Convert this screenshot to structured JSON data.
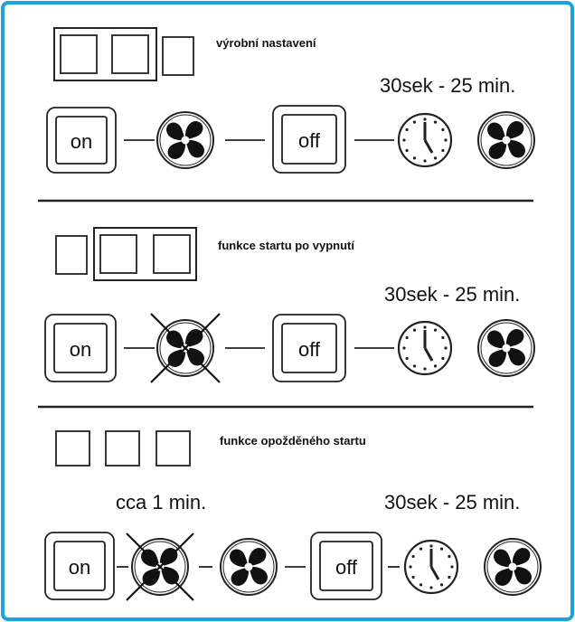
{
  "border_color": "#1aa3de",
  "sections": [
    {
      "caption": "výrobní nastavení",
      "switch_icons": [
        "empty-switch",
        "empty-switch",
        "empty-switch"
      ],
      "time_label": "30sek - 25 min.",
      "delay_label": "",
      "sequence": [
        {
          "type": "button",
          "label": "on"
        },
        {
          "type": "fan",
          "crossed": false
        },
        {
          "type": "button",
          "label": "off"
        },
        {
          "type": "clock"
        },
        {
          "type": "fan",
          "crossed": false
        }
      ]
    },
    {
      "caption": "funkce startu po vypnutí",
      "switch_icons": [
        "empty-switch",
        "empty-switch",
        "empty-switch"
      ],
      "time_label": "30sek - 25 min.",
      "delay_label": "",
      "sequence": [
        {
          "type": "button",
          "label": "on"
        },
        {
          "type": "fan",
          "crossed": true
        },
        {
          "type": "button",
          "label": "off"
        },
        {
          "type": "clock"
        },
        {
          "type": "fan",
          "crossed": false
        }
      ]
    },
    {
      "caption": "funkce opožděného startu",
      "switch_icons": [
        "empty-switch",
        "empty-switch",
        "empty-switch"
      ],
      "time_label": "30sek - 25 min.",
      "delay_label": "cca 1 min.",
      "sequence": [
        {
          "type": "button",
          "label": "on"
        },
        {
          "type": "fan",
          "crossed": true
        },
        {
          "type": "fan",
          "crossed": false
        },
        {
          "type": "button",
          "label": "off"
        },
        {
          "type": "clock"
        },
        {
          "type": "fan",
          "crossed": false
        }
      ]
    }
  ]
}
